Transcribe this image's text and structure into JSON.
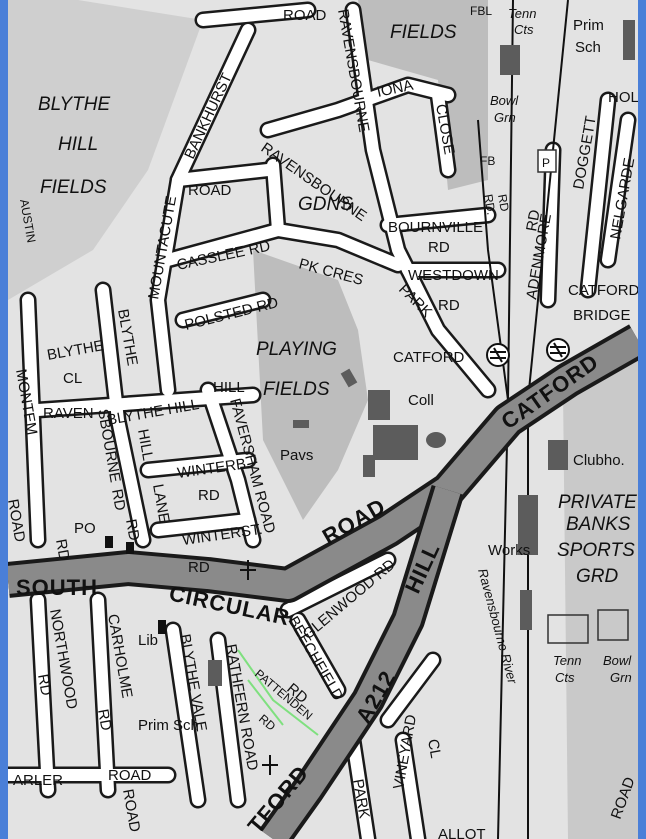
{
  "map": {
    "colors": {
      "background": "#e3e3e3",
      "frame": "#4a7fd8",
      "park": "#bdbdbd",
      "road_fill": "#ffffff",
      "road_casing": "#1a1a1a",
      "major_road": "#8a8a8a",
      "building": "#5c5c5c",
      "path_green": "#7fe07f"
    },
    "areas": {
      "blythe_hill_fields": [
        "BLYTHE",
        "HILL",
        "FIELDS"
      ],
      "fields_top": "FIELDS",
      "playing_fields": [
        "PLAYING",
        "FIELDS"
      ],
      "private_sports": [
        "PRIVATE",
        "BANKS",
        "SPORTS",
        "GRD"
      ]
    },
    "roads": {
      "south_circular": [
        "SOUTH",
        "CIRCULAR",
        "ROAD"
      ],
      "catford": "CATFORD",
      "catford_bottom": "TFORD",
      "hill": "HILL",
      "a212": "A212",
      "road_top": "ROAD",
      "ravensbourne_top": "RAVENSBOURNE",
      "iona": "IONA",
      "close": "CLOSE",
      "bankhurst": "BANKHURST",
      "mountacute": "MOUNTACUTE",
      "road_left": "ROAD",
      "casslee": "CASSLEE RD",
      "polsted": "POLSTED RD",
      "ravensbourne_pk_cres": "RAVENSBOURNE",
      "pk_cres": "PK CRES",
      "gdns": "GDNS",
      "park": "PARK",
      "bournville": "BOURNVILLE",
      "rd_bournville": "RD",
      "westdown": "WESTDOWN",
      "rd_westdown": "RD",
      "adenmore": "ADENMORE",
      "rd_adenmore": "RD",
      "doggett": "DOGGETT",
      "nelgarde": "NELGARDE",
      "hol": "HOL",
      "austin": "AUSTIN",
      "blythe_cl": [
        "BLYTHE",
        "CL"
      ],
      "monteagle": "MONTEM",
      "raven": "RAVEN",
      "sbourne": "SBOURNE",
      "blythe_hill_lane": [
        "BLYTHE",
        "HILL",
        "LANE"
      ],
      "blythe_hill": "BLYTHE HILL",
      "blythe_vertical": "BLYTHE",
      "hill_road": "HILL",
      "faversham": "FAVERSHAM ROAD",
      "winterb": "WINTERB.",
      "rd_winterb": "RD",
      "winterst": "WINTERST.",
      "rd_winterst": "RD",
      "glenwood": "GLENWOOD RD",
      "beechfield": "BEECHFIELD",
      "rd_beechfield": "RD",
      "pattenden": "PATTENDEN",
      "rd_pattenden": "RD",
      "rathfern": "RATHFERN ROAD",
      "blythe_vale": "BLYTHE VALE",
      "northwood": "NORTHWOOD",
      "rd_northwood": "RD",
      "carholme": "CARHOLME",
      "rd_carholme": "RD",
      "arler": "ARLER",
      "road_bottom": "ROAD",
      "road_vertical": "ROAD",
      "park_bottom": "PARK",
      "vineyard": "VINEYARD",
      "cl": "CL",
      "ravensbourne_river": "Ravensbourne River",
      "road_left_edge": "ROAD",
      "rd_left": "RD",
      "rd_mid": "RD",
      "rd_bourne": "RD",
      "rd_rail": "RD.",
      "rd_rail2": "RD",
      "road_far_right": "ROAD",
      "allot": "ALLOT"
    },
    "places": {
      "catford": "CATFORD",
      "catford_bridge": [
        "CATFORD",
        "BRIDGE"
      ],
      "coll": "Coll",
      "pavs": "Pavs",
      "works": "Works",
      "clubho": "Clubho.",
      "lib": "Lib",
      "po": "PO",
      "prim_sch": "Prim Sch",
      "prim_sch_top": [
        "Prim",
        "Sch"
      ],
      "tenn_cts_top": [
        "Tenn",
        "Cts"
      ],
      "tenn_cts": [
        "Tenn",
        "Cts"
      ],
      "bowl_grn_top": [
        "Bowl",
        "Grn"
      ],
      "bowl_grn": [
        "Bowl",
        "Grn"
      ],
      "fb": "FB",
      "fbl": "FBL",
      "parking": "P"
    }
  }
}
